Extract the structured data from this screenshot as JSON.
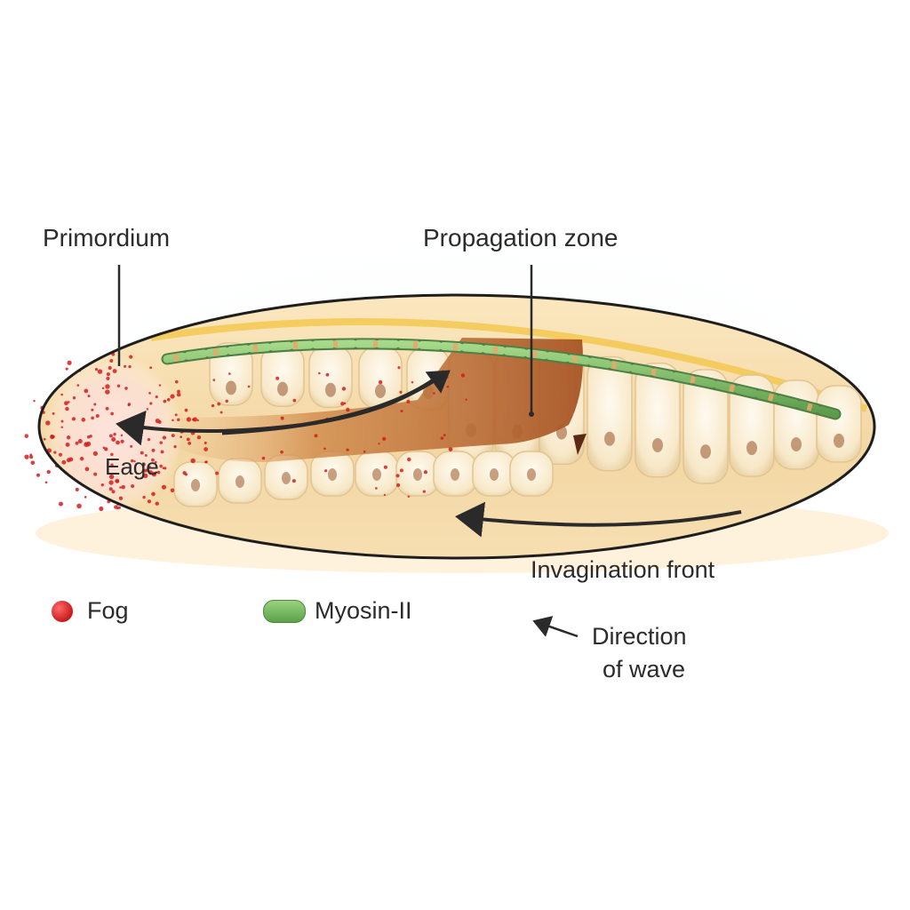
{
  "labels": {
    "primordium": "Primordium",
    "propagation_zone": "Propagation zone",
    "edge": "Eage",
    "invagination_front": "Invagination front",
    "direction_line1": "Direction",
    "direction_line2": "of wave"
  },
  "legend": {
    "fog": "Fog",
    "myosin": "Myosin-II"
  },
  "colors": {
    "fog": "#d21f1f",
    "myosin": "#6cb35a",
    "embryo_fill": "#f6dcaa",
    "cell_fill": "#fbf0d8",
    "invagination": "#b5652a",
    "outline": "#1e1e1e",
    "arrow": "#2a2a2a"
  }
}
